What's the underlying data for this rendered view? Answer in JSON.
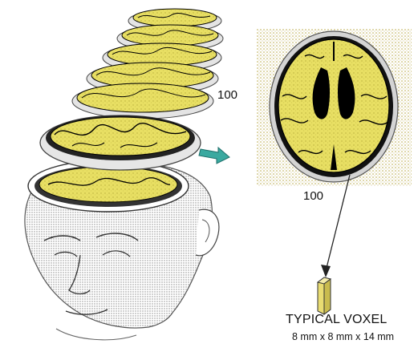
{
  "labels": {
    "dimension_vertical": "100",
    "dimension_horizontal": "100",
    "voxel_title": "TYPICAL VOXEL",
    "voxel_size": "8 mm x 8 mm x 14 mm"
  },
  "colors": {
    "brain_tissue": "#e8df63",
    "brain_dark": "#000000",
    "slice_rim": "#dedede",
    "skin_shading": "#9a9a9a",
    "grid_dots": "#b8a845",
    "arrow": "#3aa9a0",
    "voxel": "#e9dc72"
  },
  "icons": {
    "transfer_arrow": "right-arrow-icon",
    "voxel": "voxel-prism-icon"
  }
}
